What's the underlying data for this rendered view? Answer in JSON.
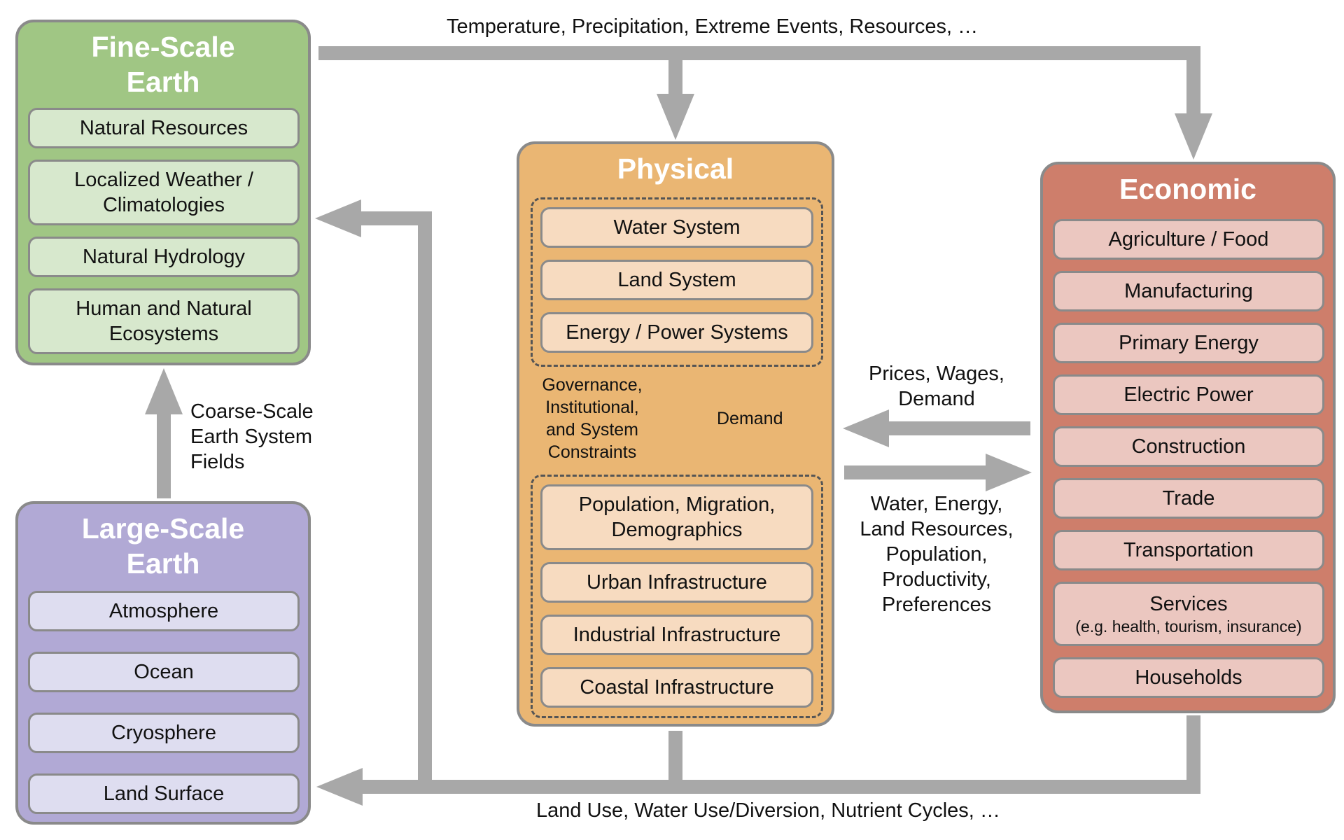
{
  "colors": {
    "fine_fill": "#a0c684",
    "fine_item": "#d7e8cd",
    "large_fill": "#b1a9d5",
    "large_item": "#deddf0",
    "physical_fill": "#eab673",
    "physical_item": "#f7dbc0",
    "economic_fill": "#ce7e6b",
    "economic_item": "#ebc7c0",
    "arrow_gray": "#a8a8a8",
    "arrow_blue": "#6aa5e8"
  },
  "fine_scale": {
    "title_line1": "Fine-Scale",
    "title_line2": "Earth",
    "items": [
      [
        "Natural Resources"
      ],
      [
        "Localized Weather /",
        "Climatologies"
      ],
      [
        "Natural Hydrology"
      ],
      [
        "Human and Natural",
        "Ecosystems"
      ]
    ]
  },
  "large_scale": {
    "title_line1": "Large-Scale",
    "title_line2": "Earth",
    "items": [
      "Atmosphere",
      "Ocean",
      "Cryosphere",
      "Land Surface"
    ]
  },
  "physical": {
    "title": "Physical",
    "upper_items": [
      "Water System",
      "Land System",
      "Energy / Power Systems"
    ],
    "lower_items": [
      [
        "Population, Migration,",
        "Demographics"
      ],
      [
        "Urban Infrastructure"
      ],
      [
        "Industrial Infrastructure"
      ],
      [
        "Coastal Infrastructure"
      ]
    ],
    "governance_label": [
      "Governance,",
      "Institutional,",
      "and System",
      "Constraints"
    ],
    "demand_label": "Demand"
  },
  "economic": {
    "title": "Economic",
    "items": [
      "Agriculture / Food",
      "Manufacturing",
      "Primary Energy",
      "Electric Power",
      "Construction",
      "Trade",
      "Transportation"
    ],
    "services": "Services",
    "services_sub": "(e.g. health, tourism, insurance)",
    "households": "Households"
  },
  "labels": {
    "top": "Temperature, Precipitation, Extreme Events, Resources, …",
    "bottom": "Land Use, Water Use/Diversion, Nutrient Cycles, …",
    "coarse": [
      "Coarse-Scale",
      "Earth System",
      "Fields"
    ],
    "prices": [
      "Prices, Wages,",
      "Demand"
    ],
    "water": [
      "Water, Energy,",
      "Land Resources,",
      "Population,",
      "Productivity,",
      "Preferences"
    ]
  }
}
